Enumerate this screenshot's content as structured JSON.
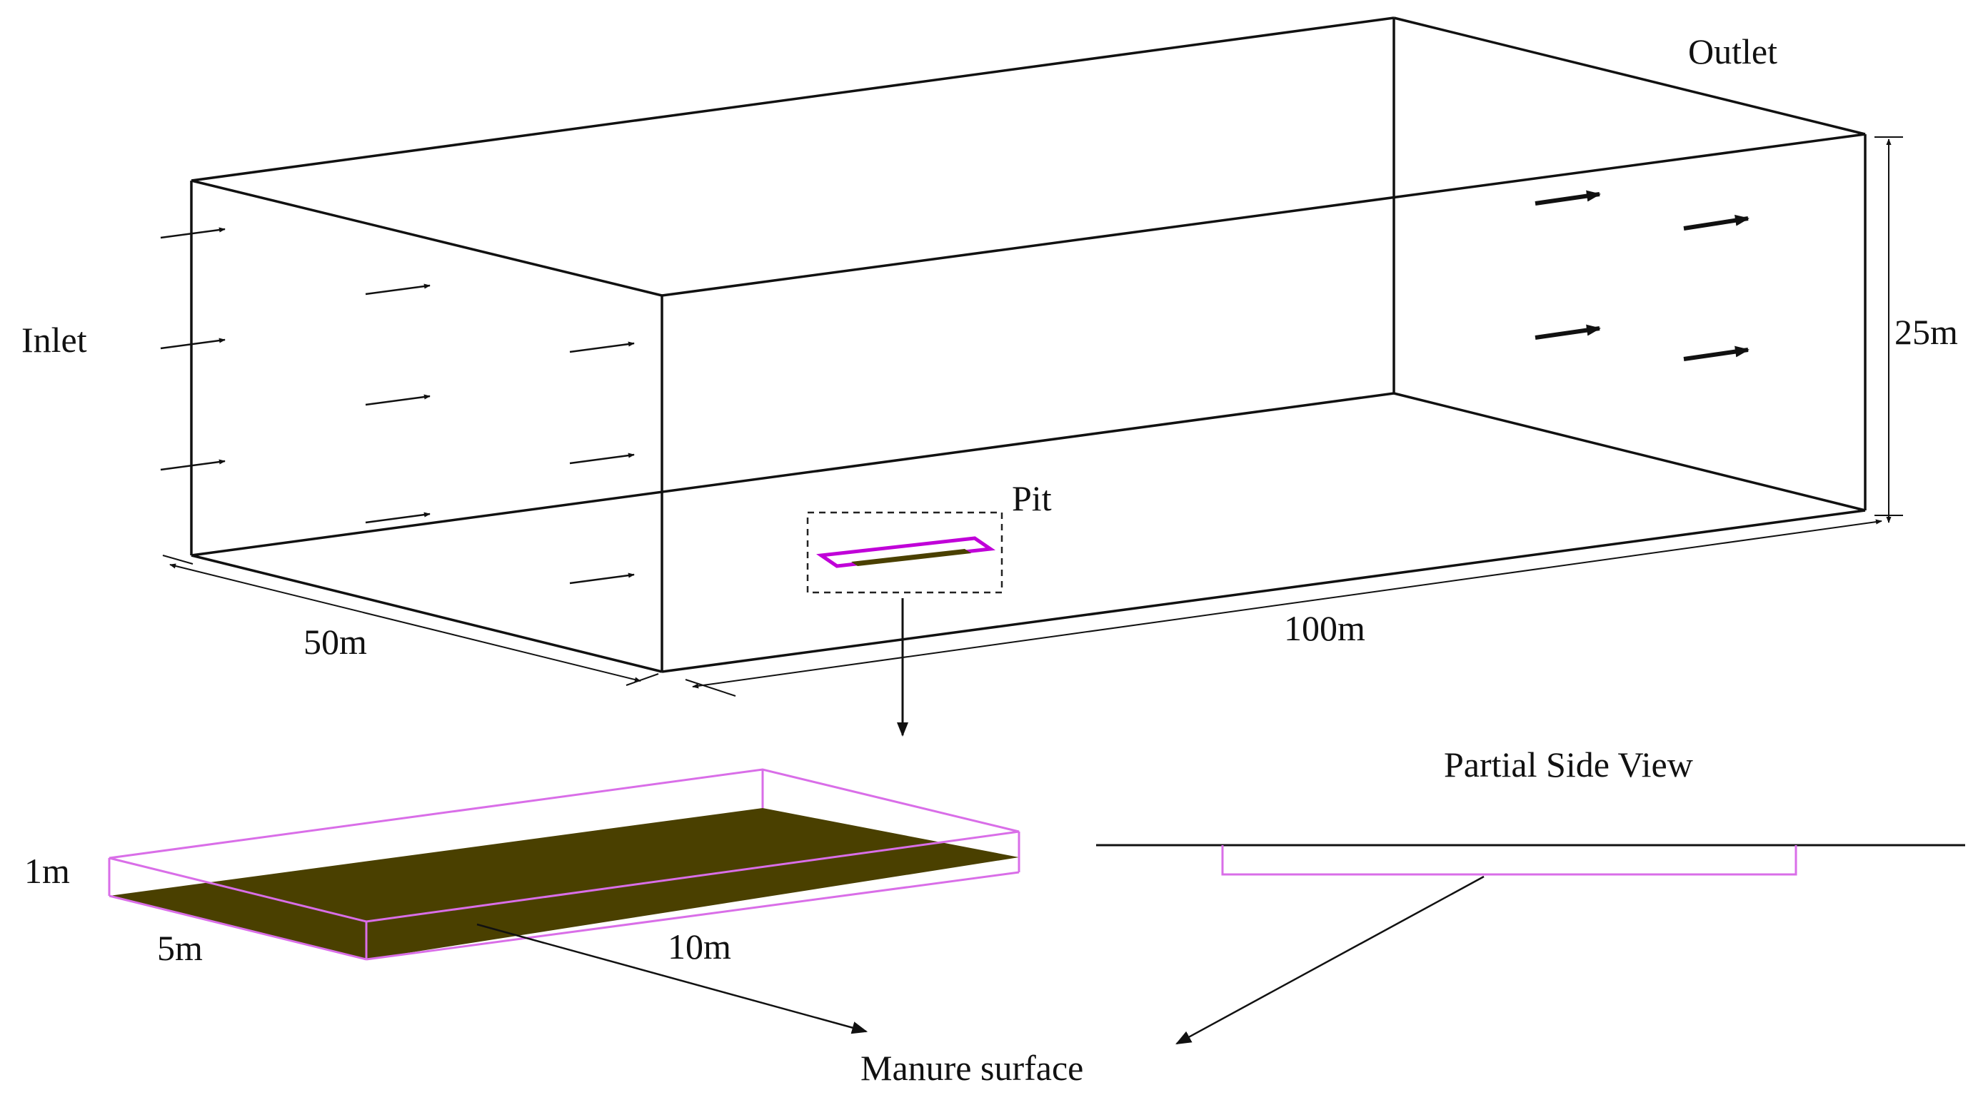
{
  "labels": {
    "outlet": "Outlet",
    "inlet": "Inlet",
    "height": "25m",
    "pit": "Pit",
    "width": "50m",
    "length": "100m",
    "pit_depth": "1m",
    "pit_width": "5m",
    "pit_length": "10m",
    "side_view_title": "Partial Side View",
    "manure_surface": "Manure surface"
  },
  "colors": {
    "outline": "#111111",
    "pit_outline": "#d96ee8",
    "manure": "#4a4000"
  }
}
